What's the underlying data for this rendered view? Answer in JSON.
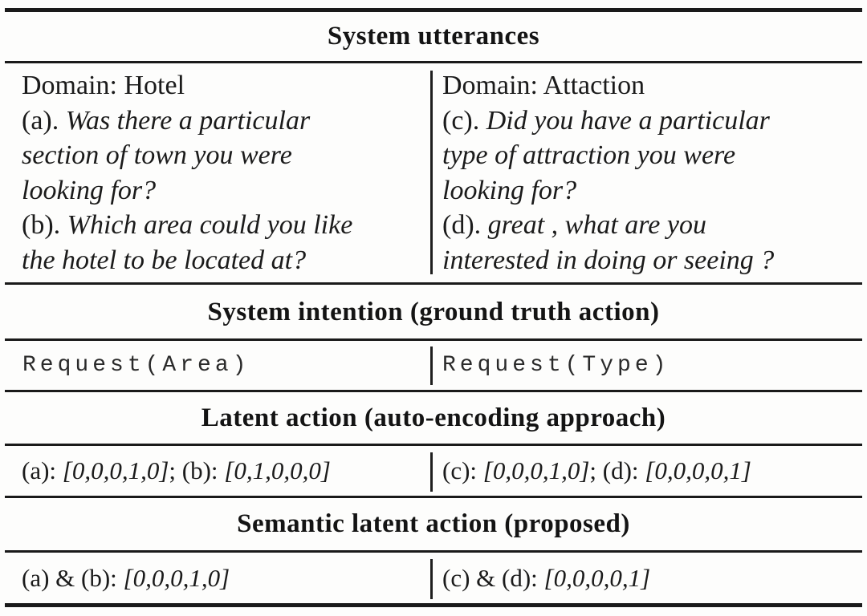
{
  "figure": {
    "type": "paper-table",
    "colors": {
      "background": "#fdfdfc",
      "text": "#1b1b1b",
      "rule": "#1a1a1a"
    },
    "headers": {
      "utterances": "System utterances",
      "intention": "System intention (ground truth action)",
      "latent": "Latent action (auto-encoding approach)",
      "semantic": "Semantic latent action (proposed)"
    },
    "utterances": {
      "left": {
        "lines": [
          [
            {
              "t": "Domain: Hotel"
            }
          ],
          [
            {
              "t": "(a). "
            },
            {
              "t": "Was there a particular",
              "i": true
            }
          ],
          [
            {
              "t": "section of town you were",
              "i": true
            }
          ],
          [
            {
              "t": "looking for?",
              "i": true
            }
          ],
          [
            {
              "t": "(b). "
            },
            {
              "t": "Which area could you like",
              "i": true
            }
          ],
          [
            {
              "t": "the hotel to be located at?",
              "i": true
            }
          ]
        ]
      },
      "right": {
        "lines": [
          [
            {
              "t": "Domain: Attaction"
            }
          ],
          [
            {
              "t": "(c). "
            },
            {
              "t": "Did you have a particular",
              "i": true
            }
          ],
          [
            {
              "t": "type of attraction you were",
              "i": true
            }
          ],
          [
            {
              "t": "looking for?",
              "i": true
            }
          ],
          [
            {
              "t": "(d). "
            },
            {
              "t": "great , what are you",
              "i": true
            }
          ],
          [
            {
              "t": "interested in doing or seeing ?",
              "i": true
            }
          ]
        ]
      }
    },
    "intention": {
      "left": "Request(Area)",
      "right": "Request(Type)"
    },
    "latent": {
      "left": [
        {
          "t": "(a): "
        },
        {
          "t": "[0,0,0,1,0]",
          "i": true
        },
        {
          "t": "; (b): "
        },
        {
          "t": "[0,1,0,0,0]",
          "i": true
        }
      ],
      "right": [
        {
          "t": "(c): "
        },
        {
          "t": "[0,0,0,1,0]",
          "i": true
        },
        {
          "t": "; (d): "
        },
        {
          "t": "[0,0,0,0,1]",
          "i": true
        }
      ]
    },
    "semantic": {
      "left": [
        {
          "t": "(a) & (b): "
        },
        {
          "t": "[0,0,0,1,0]",
          "i": true
        }
      ],
      "right": [
        {
          "t": "(c) & (d): "
        },
        {
          "t": "[0,0,0,0,1]",
          "i": true
        }
      ]
    }
  }
}
